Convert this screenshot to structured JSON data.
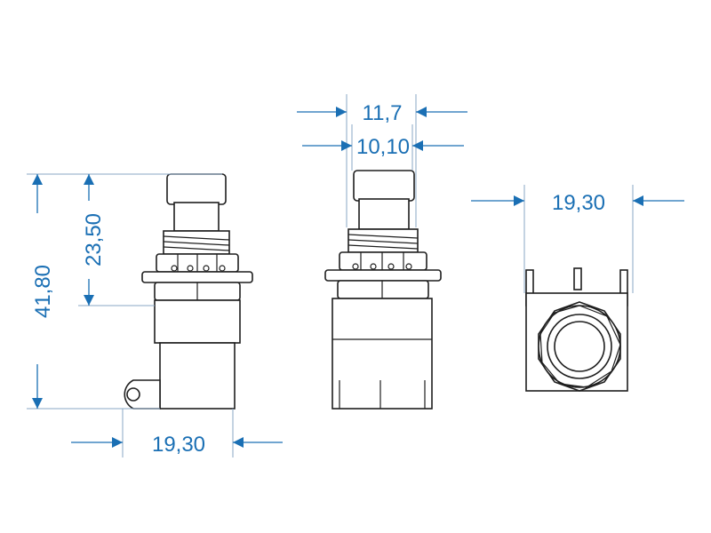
{
  "colors": {
    "dimension": "#1a6fb4",
    "outline": "#1e1e1e",
    "extension": "#8aa7c4"
  },
  "dimensions": {
    "side_total_height": "41,80",
    "side_upper_height": "23,50",
    "side_width": "19,30",
    "front_outer_width": "11,7",
    "front_inner_width": "10,10",
    "bottom_width": "19,30"
  }
}
